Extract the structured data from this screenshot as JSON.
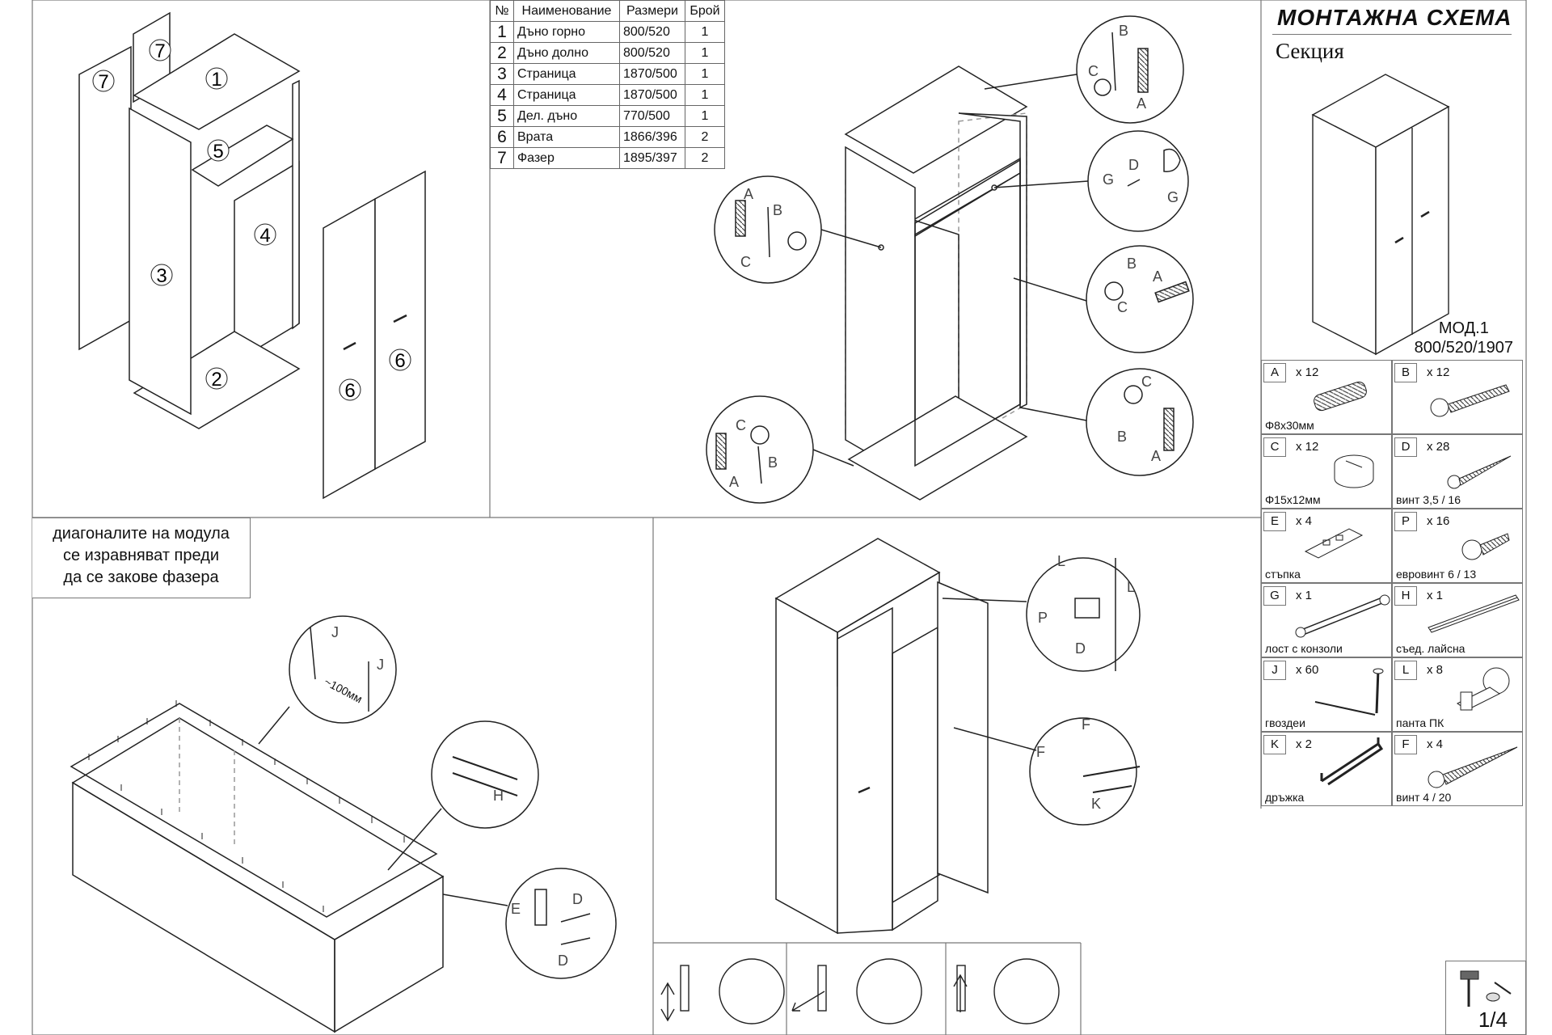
{
  "parts_table": {
    "headers": [
      "№",
      "Наименование",
      "Размери",
      "Брой"
    ],
    "rows": [
      {
        "num": "1",
        "name": "Дъно горно",
        "size": "800/520",
        "qty": "1"
      },
      {
        "num": "2",
        "name": "Дъно долно",
        "size": "800/520",
        "qty": "1"
      },
      {
        "num": "3",
        "name": "Страница",
        "size": "1870/500",
        "qty": "1"
      },
      {
        "num": "4",
        "name": "Страница",
        "size": "1870/500",
        "qty": "1"
      },
      {
        "num": "5",
        "name": "Дел. дъно",
        "size": "770/500",
        "qty": "1"
      },
      {
        "num": "6",
        "name": "Врата",
        "size": "1866/396",
        "qty": "2"
      },
      {
        "num": "7",
        "name": "Фазер",
        "size": "1895/397",
        "qty": "2"
      }
    ]
  },
  "title": {
    "main": "МОНТАЖНА СХЕМА",
    "sub": "Секция",
    "model_line1": "МОД.1",
    "model_line2": "800/520/1907"
  },
  "hardware": [
    {
      "letter": "A",
      "qty": "x 12",
      "caption": "Φ8x30мм",
      "icon": "dowel-icon"
    },
    {
      "letter": "B",
      "qty": "x 12",
      "caption": "",
      "icon": "cam-bolt-icon"
    },
    {
      "letter": "C",
      "qty": "x 12",
      "caption": "Φ15x12мм",
      "icon": "cam-lock-icon"
    },
    {
      "letter": "D",
      "qty": "x 28",
      "caption": "винт 3,5 / 16",
      "icon": "wood-screw-icon"
    },
    {
      "letter": "E",
      "qty": "x 4",
      "caption": "стъпка",
      "icon": "foot-plate-icon"
    },
    {
      "letter": "P",
      "qty": "x 16",
      "caption": "евровинт 6 / 13",
      "icon": "euro-screw-icon"
    },
    {
      "letter": "G",
      "qty": "x 1",
      "caption": "лост с конзоли",
      "icon": "hanging-rail-icon"
    },
    {
      "letter": "H",
      "qty": "x 1",
      "caption": "съед. лайсна",
      "icon": "joint-strip-icon"
    },
    {
      "letter": "J",
      "qty": "x 60",
      "caption": "гвоздеи",
      "icon": "nail-icon"
    },
    {
      "letter": "L",
      "qty": "x 8",
      "caption": "панта ПК",
      "icon": "hinge-icon"
    },
    {
      "letter": "K",
      "qty": "x 2",
      "caption": "дръжка",
      "icon": "handle-icon"
    },
    {
      "letter": "F",
      "qty": "x 4",
      "caption": "винт 4 / 20",
      "icon": "long-screw-icon"
    }
  ],
  "part_callouts": [
    "1",
    "2",
    "3",
    "4",
    "5",
    "6",
    "7"
  ],
  "detail_letters": [
    "A",
    "B",
    "C",
    "D",
    "G",
    "P",
    "L",
    "F",
    "K",
    "J",
    "E",
    "H"
  ],
  "note": {
    "line1": "диагоналите на модула",
    "line2": "се изравняват преди",
    "line3": "да се закове фазера"
  },
  "dimension_label": "~100мм",
  "page": "1/4",
  "colors": {
    "line": "#222222",
    "frame": "#777777",
    "hidden": "#999999"
  }
}
